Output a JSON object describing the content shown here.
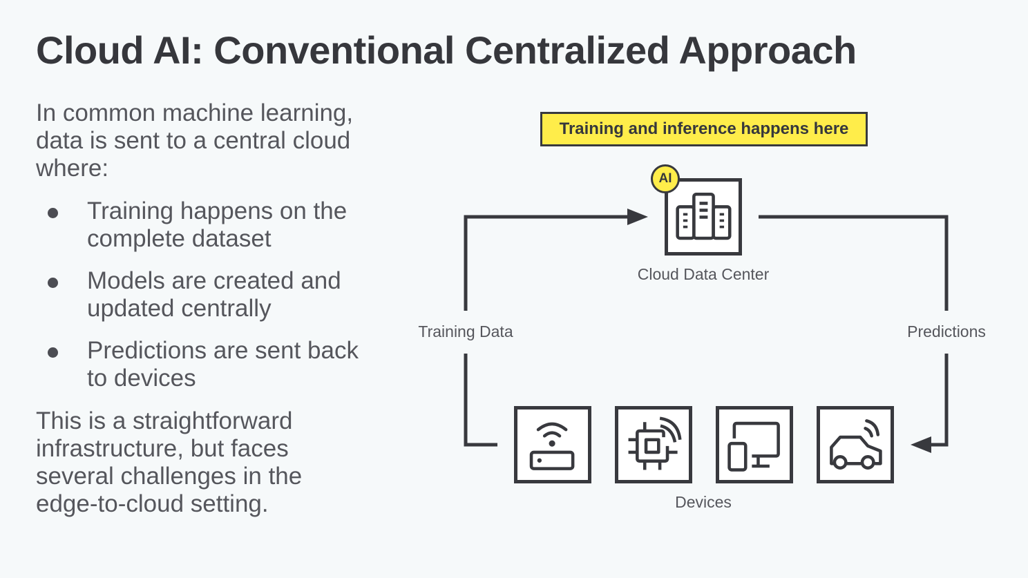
{
  "slide": {
    "title": "Cloud AI: Conventional Centralized Approach",
    "intro": "In common machine learning, data is sent to a central cloud where:",
    "bullets": [
      "Training happens on the complete dataset",
      "Models are created and updated centrally",
      "Predictions are sent back to devices"
    ],
    "conclusion": "This is a straightforward infrastructure, but faces several challenges in the edge-to-cloud setting."
  },
  "diagram": {
    "banner": "Training and inference happens here",
    "cloud": {
      "badge": "AI",
      "label": "Cloud Data Center",
      "icon": "building-icon"
    },
    "flows": {
      "left": "Training Data",
      "right": "Predictions"
    },
    "devices": {
      "label": "Devices",
      "items": [
        {
          "name": "router",
          "icon": "wifi-router-icon"
        },
        {
          "name": "chip",
          "icon": "wireless-chip-icon"
        },
        {
          "name": "desktop-mobile",
          "icon": "desktop-mobile-icon"
        },
        {
          "name": "car",
          "icon": "connected-car-icon"
        }
      ]
    },
    "colors": {
      "stroke": "#38393e",
      "highlight": "#ffed4a",
      "background": "#f6f9fa"
    }
  }
}
